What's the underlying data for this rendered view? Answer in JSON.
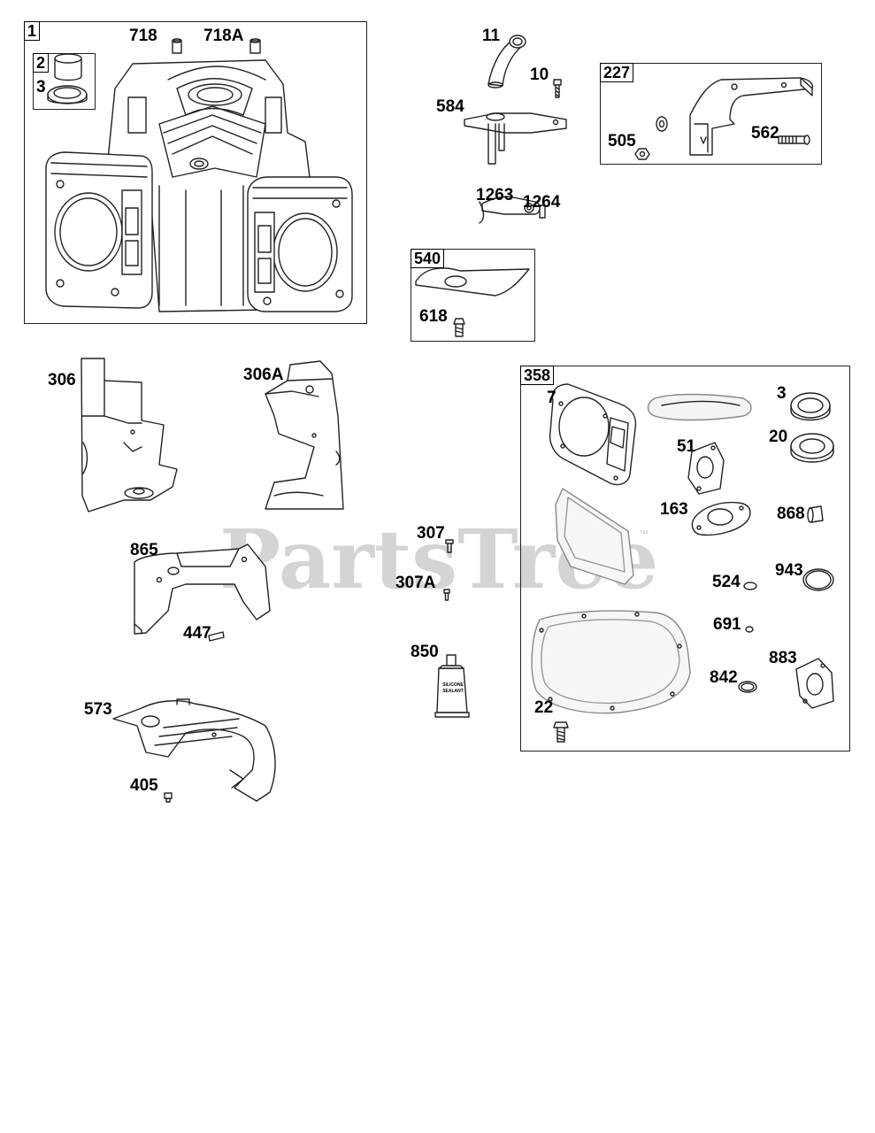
{
  "watermark": {
    "text": "PartsTree",
    "trademark": "™"
  },
  "groups": {
    "g1": "1",
    "g2": "2",
    "g227": "227",
    "g540": "540",
    "g358": "358"
  },
  "labels": {
    "p718": "718",
    "p718a": "718A",
    "p3_a": "3",
    "p11": "11",
    "p10": "10",
    "p584": "584",
    "p505": "505",
    "p562": "562",
    "p1263": "1263",
    "p1264": "1264",
    "p618": "618",
    "p306": "306",
    "p306a": "306A",
    "p865": "865",
    "p447": "447",
    "p307": "307",
    "p307a": "307A",
    "p850": "850",
    "p573": "573",
    "p405": "405",
    "p7": "7",
    "p3_b": "3",
    "p20": "20",
    "p51": "51",
    "p163": "163",
    "p868": "868",
    "p524": "524",
    "p943": "943",
    "p691": "691",
    "p883": "883",
    "p842": "842",
    "p22": "22"
  },
  "tube_text": {
    "line1": "SILICONE",
    "line2": "SEALANT"
  }
}
